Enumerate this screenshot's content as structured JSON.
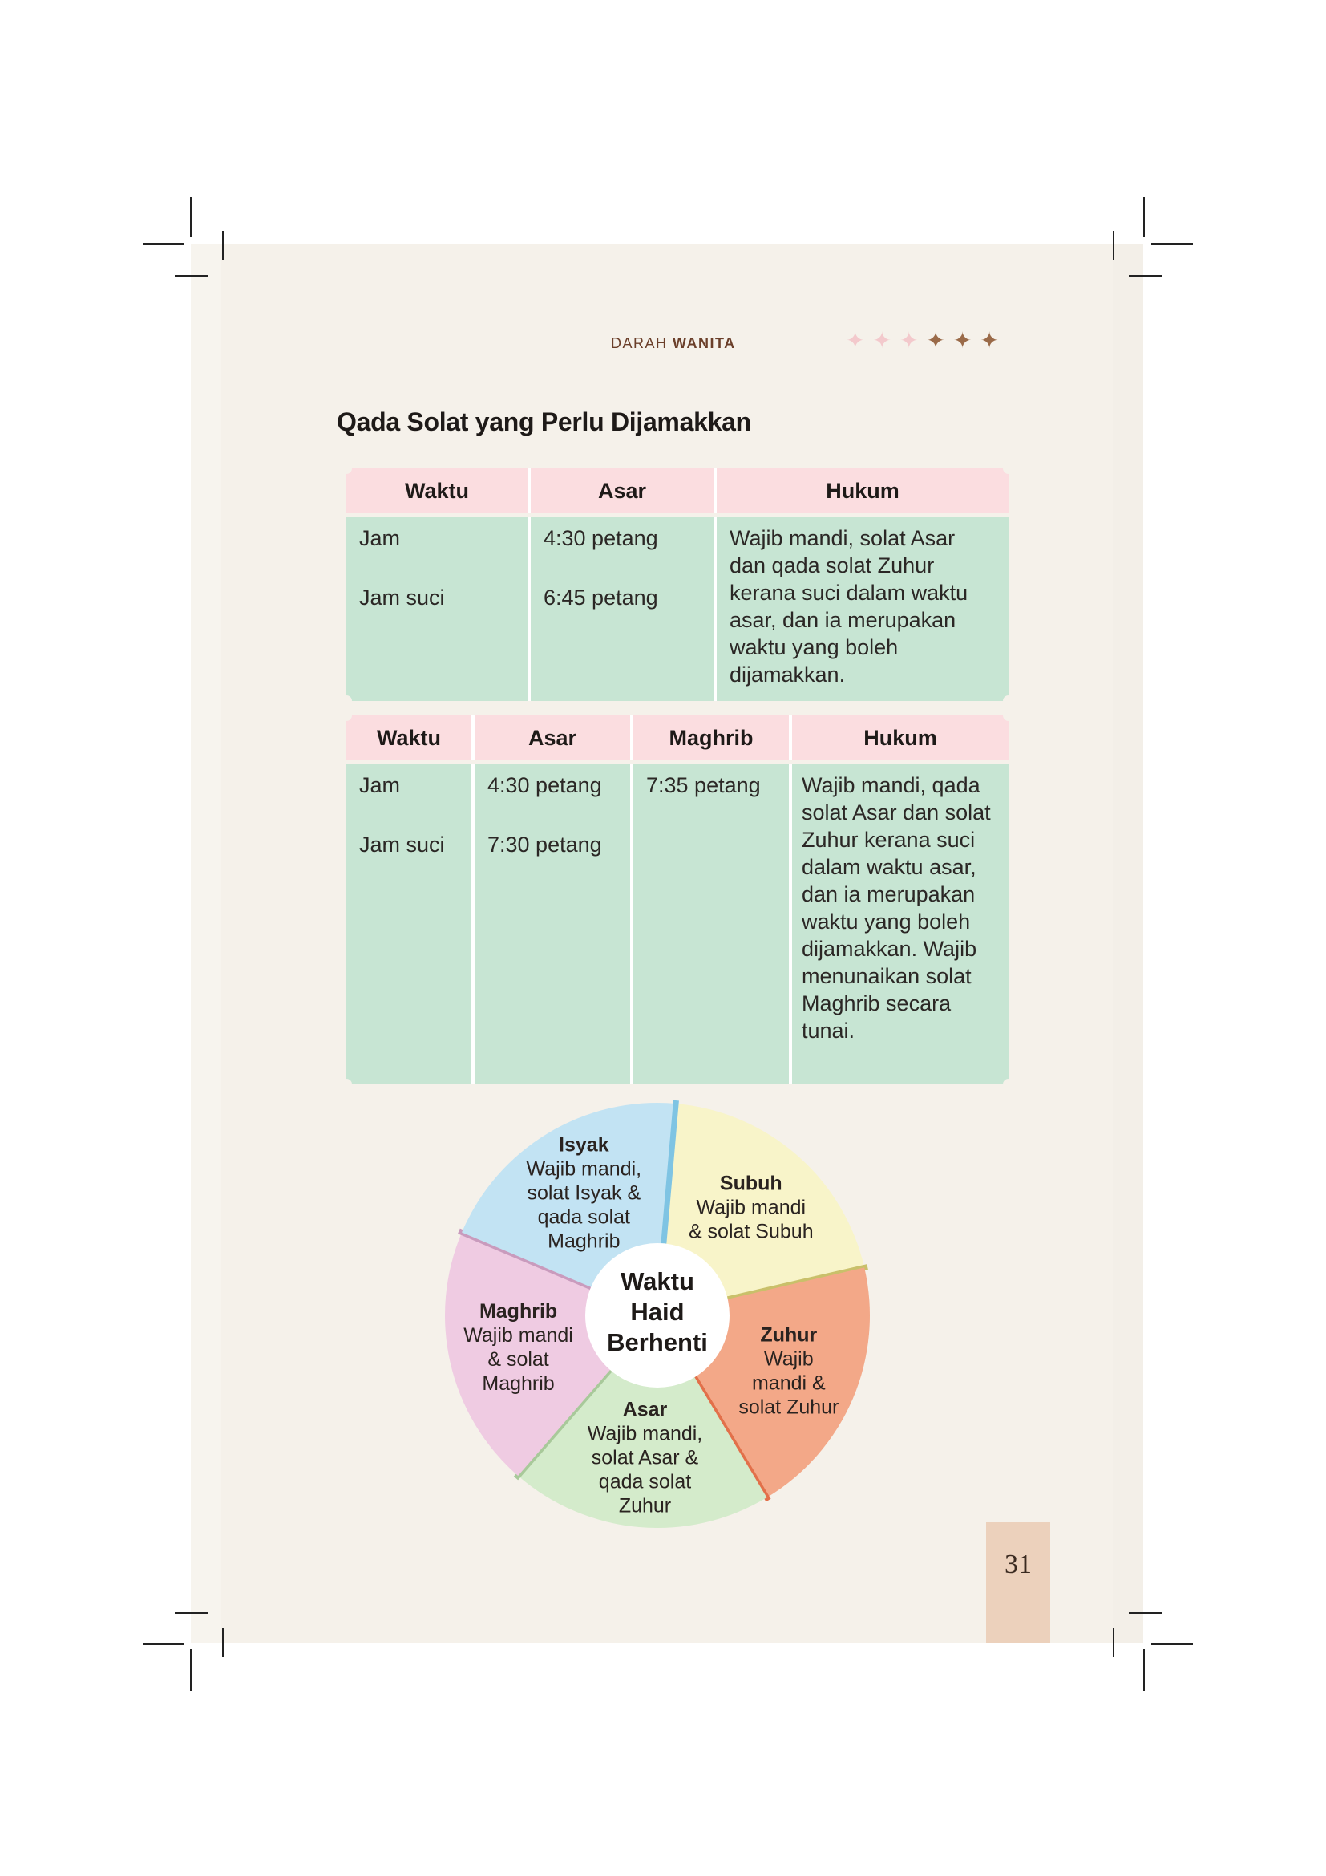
{
  "header": {
    "running_head_light": "DARAH",
    "running_head_bold": "WANITA",
    "stars": [
      {
        "glyph": "✦",
        "color": "#f3c9cc"
      },
      {
        "glyph": "✦",
        "color": "#f3c9cc"
      },
      {
        "glyph": "✦",
        "color": "#f3c9cc"
      },
      {
        "glyph": "✦",
        "color": "#9a6a48"
      },
      {
        "glyph": "✦",
        "color": "#9a6a48"
      },
      {
        "glyph": "✦",
        "color": "#9a6a48"
      }
    ]
  },
  "title": "Qada Solat yang Perlu Dijamakkan",
  "table1": {
    "headers": [
      "Waktu",
      "Asar",
      "Hukum"
    ],
    "rows": {
      "col_waktu": [
        "Jam",
        "Jam suci"
      ],
      "col_asar": [
        "4:30 petang",
        "6:45 petang"
      ],
      "hukum": "Wajib mandi, solat Asar dan qada solat Zuhur kerana suci dalam waktu asar, dan ia merupakan waktu yang boleh dijamakkan."
    }
  },
  "table2": {
    "headers": [
      "Waktu",
      "Asar",
      "Maghrib",
      "Hukum"
    ],
    "rows": {
      "col_waktu": [
        "Jam",
        "Jam suci"
      ],
      "col_asar": [
        "4:30 petang",
        "7:30 petang"
      ],
      "col_maghrib": [
        "7:35 petang"
      ],
      "hukum": "Wajib mandi, qada solat Asar dan solat Zuhur kerana suci dalam waktu asar, dan ia merupakan waktu yang boleh dijamakkan. Wajib menunaikan solat Maghrib secara tunai."
    }
  },
  "wheel": {
    "center": [
      "Waktu",
      "Haid",
      "Berhenti"
    ],
    "segments": [
      {
        "name": "Isyak",
        "lines": [
          "Wajib mandi,",
          "solat Isyak &",
          "qada solat",
          "Maghrib"
        ],
        "color": "#c2e3f3"
      },
      {
        "name": "Subuh",
        "lines": [
          "Wajib mandi",
          "& solat Subuh"
        ],
        "color": "#f8f4c9"
      },
      {
        "name": "Zuhur",
        "lines": [
          "Wajib",
          "mandi &",
          "solat Zuhur"
        ],
        "color": "#f3a888"
      },
      {
        "name": "Asar",
        "lines": [
          "Wajib mandi,",
          "solat Asar &",
          "qada solat",
          "Zuhur"
        ],
        "color": "#d4ebcb"
      },
      {
        "name": "Maghrib",
        "lines": [
          "Wajib mandi",
          "& solat",
          "Maghrib"
        ],
        "color": "#efcbe2"
      }
    ]
  },
  "page_number": "31"
}
